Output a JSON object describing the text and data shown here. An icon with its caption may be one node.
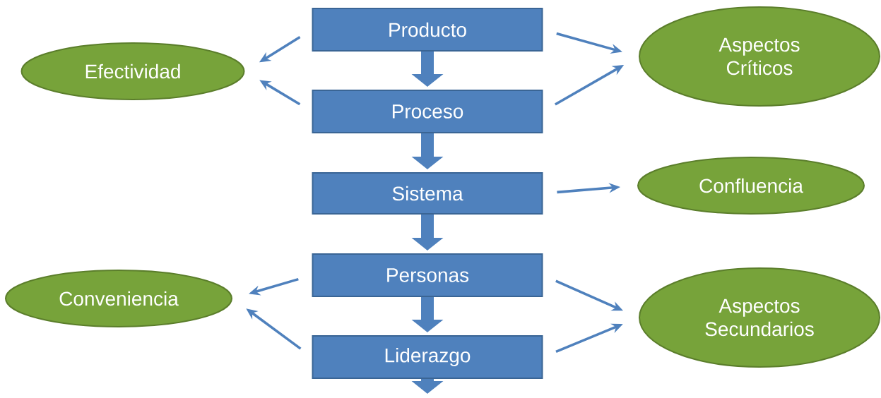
{
  "diagram": {
    "nodes": [
      {
        "text": [
          "Producto"
        ]
      },
      {
        "text": [
          "Proceso"
        ]
      },
      {
        "text": [
          "Sistema"
        ]
      },
      {
        "text": [
          "Personas"
        ]
      },
      {
        "text": [
          "Liderazgo"
        ]
      },
      {
        "text": [
          "Efectividad"
        ]
      },
      {
        "text": [
          "Aspectos Críticos"
        ]
      },
      {
        "text": [
          "Confluencia"
        ]
      },
      {
        "text": [
          "Conveniencia"
        ]
      },
      {
        "text": [
          "Aspectos Secundarios"
        ]
      }
    ],
    "edges": [
      {
        "from": 0,
        "to": 1,
        "arrow": "to",
        "style": "thick"
      },
      {
        "from": 1,
        "to": 2,
        "arrow": "to",
        "style": "thick"
      },
      {
        "from": 2,
        "to": 3,
        "arrow": "to",
        "style": "thick"
      },
      {
        "from": 3,
        "to": 4,
        "arrow": "to",
        "style": "thick"
      },
      {
        "from": 4,
        "to": null,
        "arrow": "to",
        "style": "thick"
      },
      {
        "from": 0,
        "to": 5,
        "arrow": "to"
      },
      {
        "from": 1,
        "to": 5,
        "arrow": "to"
      },
      {
        "from": 0,
        "to": 6,
        "arrow": "to"
      },
      {
        "from": 1,
        "to": 6,
        "arrow": "to"
      },
      {
        "from": 2,
        "to": 7,
        "arrow": "to"
      },
      {
        "from": 3,
        "to": 8,
        "arrow": "to"
      },
      {
        "from": 4,
        "to": 8,
        "arrow": "to"
      },
      {
        "from": 3,
        "to": 9,
        "arrow": "to"
      },
      {
        "from": 4,
        "to": 9,
        "arrow": "to"
      }
    ]
  }
}
